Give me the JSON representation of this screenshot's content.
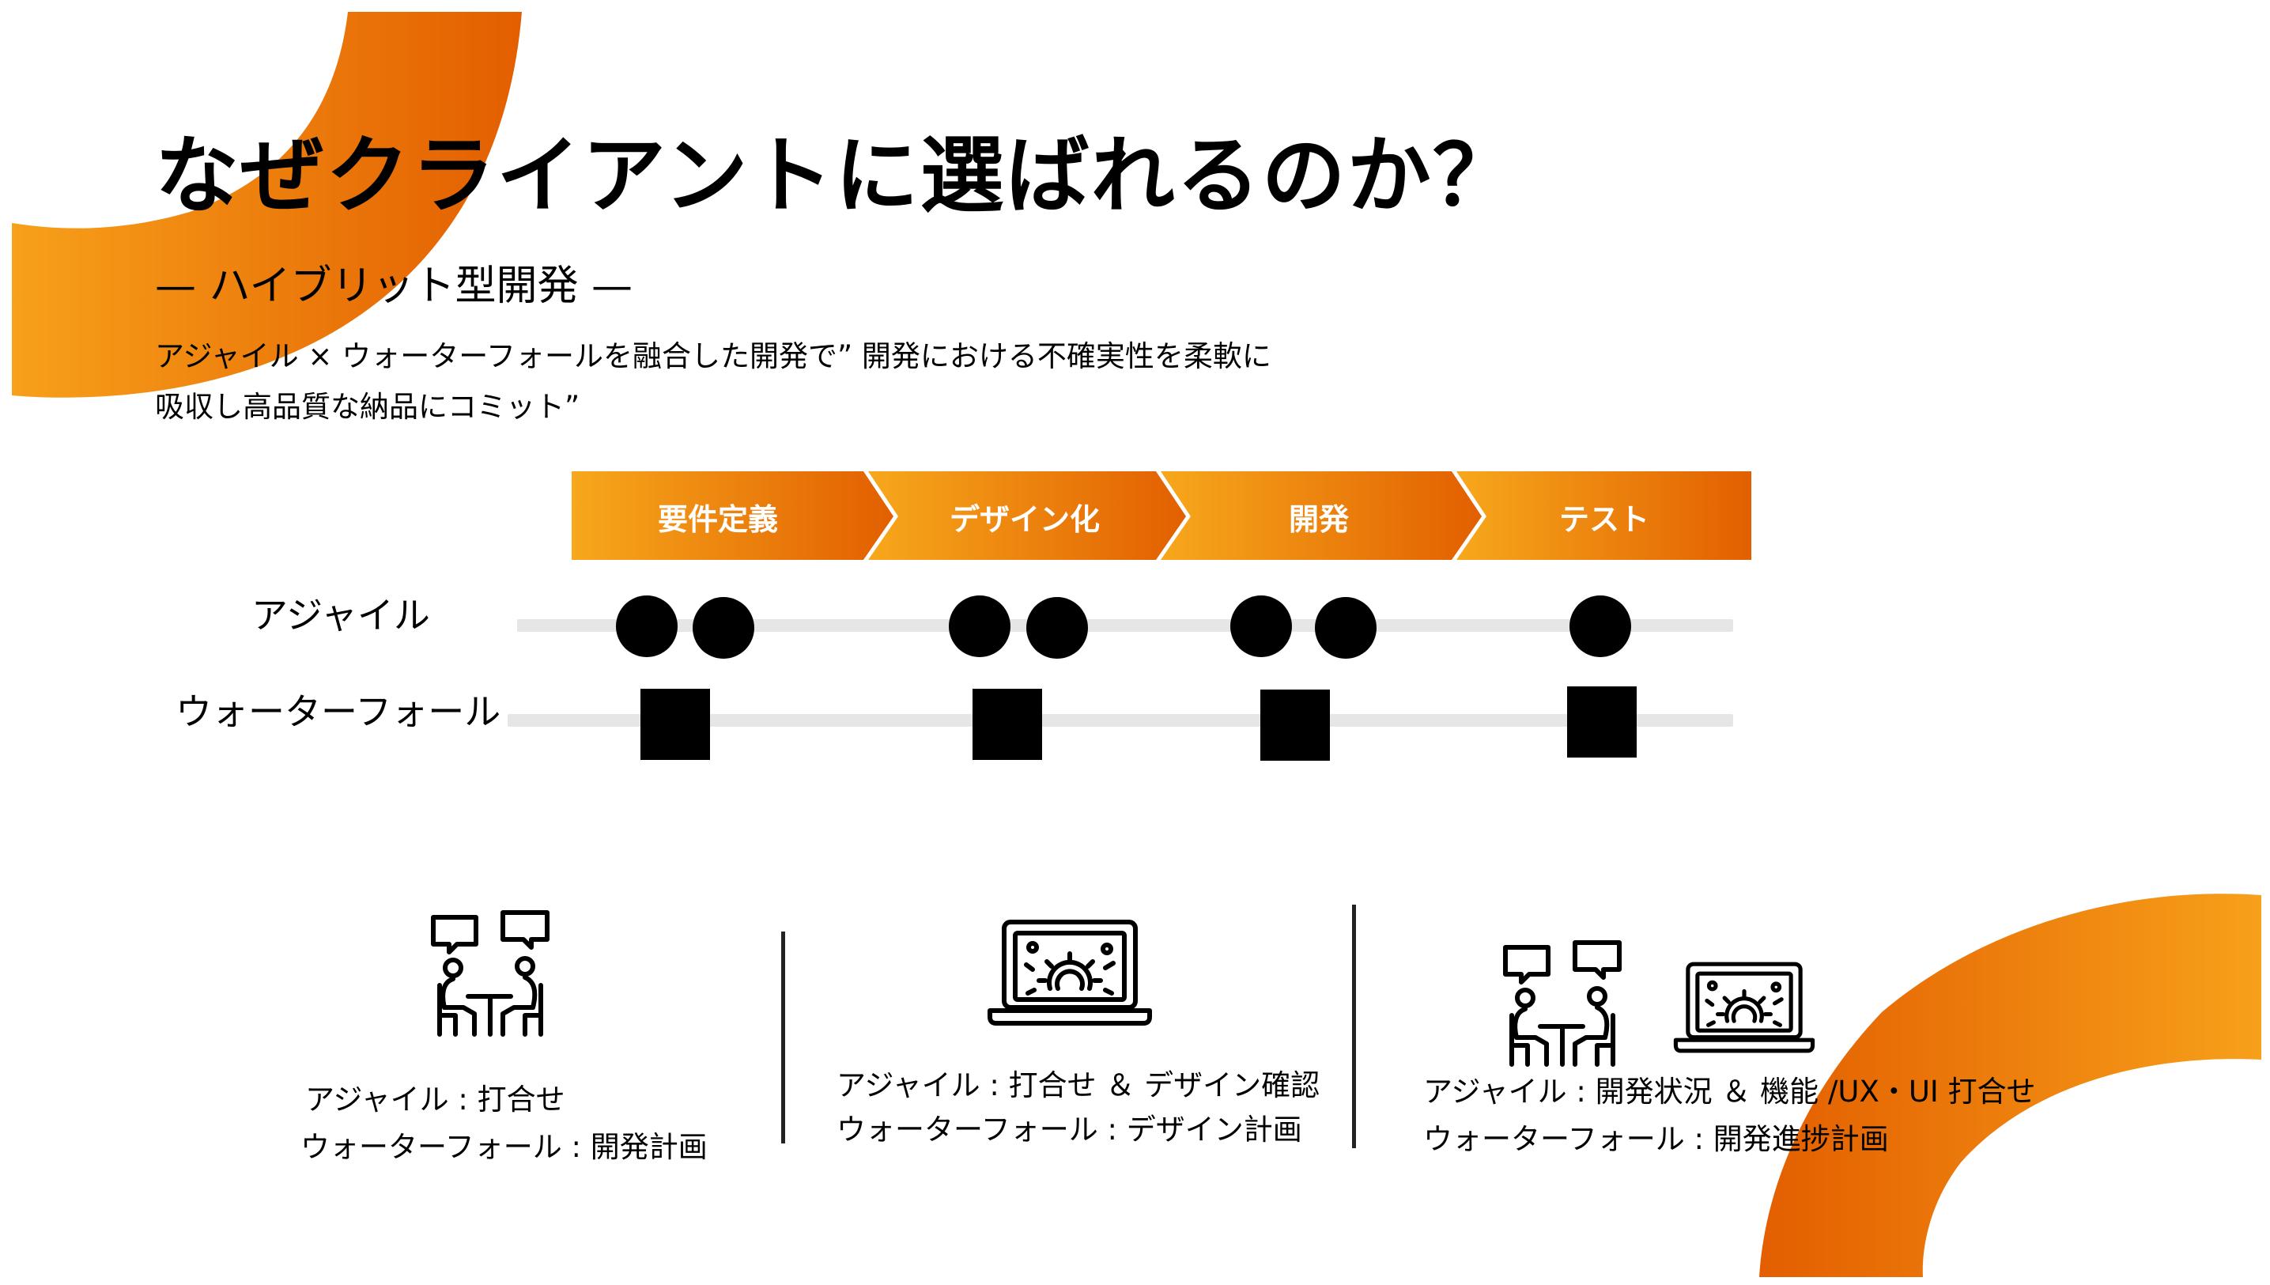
{
  "title": "なぜクライアントに選ばれるのか？",
  "subtitle": "— ハイブリット型開発 —",
  "description": {
    "line1": "アジャイル × ウォーターフォールを融合した開発で” 開発における不確実性を柔軟に",
    "line2": "吸収し高品質な納品にコミット”"
  },
  "process_steps": [
    "要件定義",
    "デザイン化",
    "開発",
    "テスト"
  ],
  "rows": {
    "agile": "アジャイル",
    "waterfall": "ウォーターフォール"
  },
  "icons": [
    "meeting-icon",
    "laptop-gear-icon",
    "meeting-icon",
    "laptop-gear-icon"
  ],
  "columns": [
    {
      "agile": "アジャイル : 打合せ",
      "waterfall": "ウォーターフォール : 開発計画"
    },
    {
      "agile": "アジャイル : 打合せ ＆ デザイン確認",
      "waterfall": "ウォーターフォール : デザイン計画"
    },
    {
      "agile": "アジャイル : 開発状況 ＆ 機能 /UX・UI 打合せ",
      "waterfall": "ウォーターフォール : 開発進捗計画"
    }
  ],
  "colors": {
    "orange_start": "#f7a01a",
    "orange_end": "#e35e00",
    "track": "#e6e6e6"
  }
}
